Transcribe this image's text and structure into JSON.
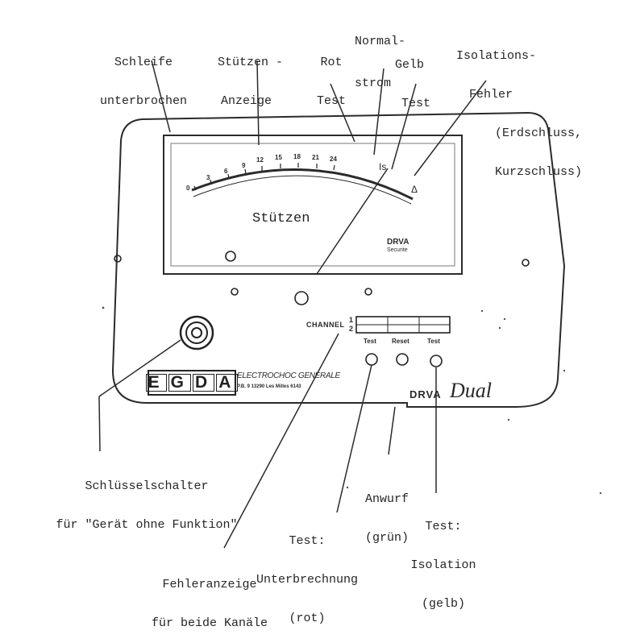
{
  "callouts": {
    "schleife": [
      "Schleife",
      "unterbrochen"
    ],
    "stuetzen_anzeige": [
      "Stützen -",
      "Anzeige"
    ],
    "rot_test": [
      "Rot",
      "Test"
    ],
    "normalstrom": [
      "Normal-",
      "strom"
    ],
    "gelb_test": [
      "Gelb",
      "Test"
    ],
    "isolationsfehler": [
      "Isolations-",
      "Fehler",
      "(Erdschluss,",
      "Kurzschluss)"
    ],
    "schluesselschalter": [
      "Schlüsselschalter",
      "für \"Gerät ohne Funktion\""
    ],
    "anwurf": [
      "Anwurf",
      "(grün)"
    ],
    "test_unterbrechung": [
      "Test:",
      "Unterbrechnung",
      "(rot)"
    ],
    "test_isolation": [
      "Test:",
      "Isolation",
      "(gelb)"
    ],
    "fehleranzeige": [
      "Fehleranzeige",
      "für beide Kanäle"
    ]
  },
  "meter": {
    "dial_label": "Stützen",
    "scale_ticks": [
      "0",
      "3",
      "6",
      "9",
      "12",
      "15",
      "18",
      "21",
      "24"
    ],
    "is_mark": "Is",
    "fault_mark": "Δ",
    "brand": "DRVA",
    "brand_sub": "Securite"
  },
  "panel": {
    "channel_label": "CHANNEL",
    "channel_1": "1",
    "channel_2": "2",
    "button_labels": [
      "Test",
      "Reset",
      "Test"
    ],
    "maker_letters": [
      "E",
      "G",
      "D",
      "A"
    ],
    "maker_line1": "ELECTROCHOC GENERALE",
    "maker_line2": "P.B. 9   13290 Les Milles   6143",
    "product_brand": "DRVA",
    "product_model": "Dual"
  }
}
